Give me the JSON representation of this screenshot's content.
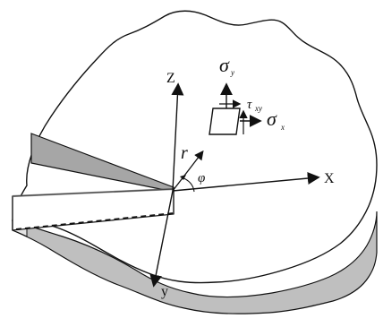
{
  "diagram": {
    "labels": {
      "z_axis": "Z",
      "x_axis": "X",
      "y_axis": "y",
      "radius": "r",
      "angle": "φ",
      "sigma_y": "σ",
      "sigma_y_sub": "y",
      "tau_xy": "τ",
      "tau_xy_sub": "xy",
      "sigma_x": "σ",
      "sigma_x_sub": "x"
    },
    "colors": {
      "body_fill": "#ffffff",
      "edge_fill": "#bfbfbf",
      "crack_fill": "#a6a6a6",
      "line": "#111111"
    }
  }
}
